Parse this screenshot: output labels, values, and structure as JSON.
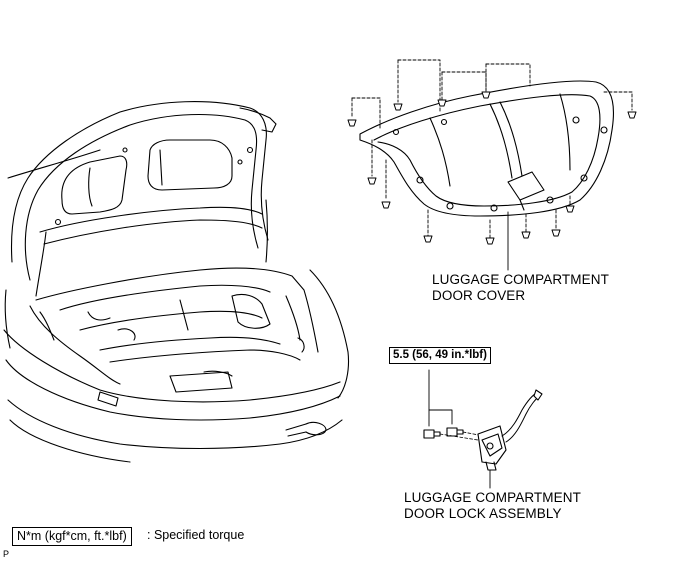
{
  "labels": {
    "door_cover_line1": "LUGGAGE COMPARTMENT",
    "door_cover_line2": "DOOR COVER",
    "lock_line1": "LUGGAGE COMPARTMENT",
    "lock_line2": "DOOR LOCK ASSEMBLY",
    "torque_value": "5.5 (56, 49 in.*lbf)"
  },
  "legend": {
    "unit_box": "N*m (kgf*cm, ft.*lbf)",
    "description": ": Specified torque"
  },
  "figure_code": "P",
  "colors": {
    "line": "#000000",
    "background": "#ffffff"
  }
}
